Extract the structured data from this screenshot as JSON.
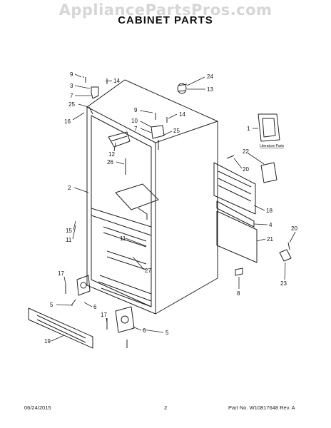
{
  "watermark": "AppliancePartsPros.com",
  "title": "CABINET PARTS",
  "literature_label": "Literature Parts",
  "callouts": [
    {
      "id": "c9a",
      "text": "9"
    },
    {
      "id": "c14a",
      "text": "14"
    },
    {
      "id": "c3",
      "text": "3"
    },
    {
      "id": "c7a",
      "text": "7"
    },
    {
      "id": "c25a",
      "text": "25"
    },
    {
      "id": "c16",
      "text": "16"
    },
    {
      "id": "c24",
      "text": "24"
    },
    {
      "id": "c13",
      "text": "13"
    },
    {
      "id": "c9b",
      "text": "9"
    },
    {
      "id": "c14b",
      "text": "14"
    },
    {
      "id": "c10",
      "text": "10"
    },
    {
      "id": "c7b",
      "text": "7"
    },
    {
      "id": "c25b",
      "text": "25"
    },
    {
      "id": "c1",
      "text": "1"
    },
    {
      "id": "c12",
      "text": "12"
    },
    {
      "id": "c26",
      "text": "26"
    },
    {
      "id": "c22",
      "text": "22"
    },
    {
      "id": "c20a",
      "text": "20"
    },
    {
      "id": "c2",
      "text": "2"
    },
    {
      "id": "c18",
      "text": "18"
    },
    {
      "id": "c4",
      "text": "4"
    },
    {
      "id": "c21",
      "text": "21"
    },
    {
      "id": "c15",
      "text": "15"
    },
    {
      "id": "c11a",
      "text": "11"
    },
    {
      "id": "c11b",
      "text": "11"
    },
    {
      "id": "c20b",
      "text": "20"
    },
    {
      "id": "c27",
      "text": "27"
    },
    {
      "id": "c23",
      "text": "23"
    },
    {
      "id": "c17a",
      "text": "17"
    },
    {
      "id": "c8",
      "text": "8"
    },
    {
      "id": "c5a",
      "text": "5"
    },
    {
      "id": "c6a",
      "text": "6"
    },
    {
      "id": "c17b",
      "text": "17"
    },
    {
      "id": "c6b",
      "text": "6"
    },
    {
      "id": "c5b",
      "text": "5"
    },
    {
      "id": "c19",
      "text": "19"
    }
  ],
  "footer": {
    "date": "06/24/2015",
    "page": "2",
    "part_no": "Part No. W10817648  Rev. A"
  }
}
